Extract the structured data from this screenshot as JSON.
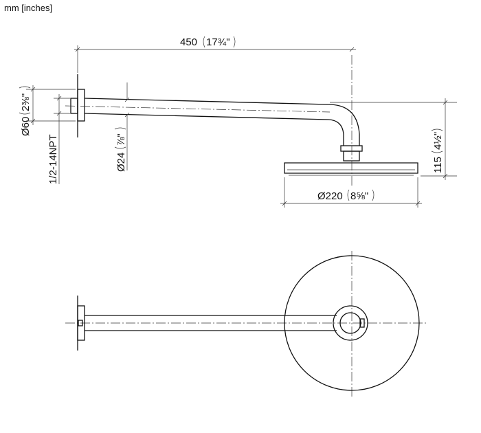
{
  "units_label": "mm [inches]",
  "side_view": {
    "arm_length": {
      "metric": "450",
      "imperial": "17¾\""
    },
    "flange_diameter": {
      "metric": "Ø60",
      "imperial": "2⅜\""
    },
    "thread": "1/2-14NPT",
    "pipe_diameter": {
      "metric": "Ø24",
      "imperial": "⅞\""
    },
    "drop_height": {
      "metric": "115",
      "imperial": "4½\""
    },
    "head_diameter": {
      "metric": "Ø220",
      "imperial": "8⅝\""
    }
  }
}
